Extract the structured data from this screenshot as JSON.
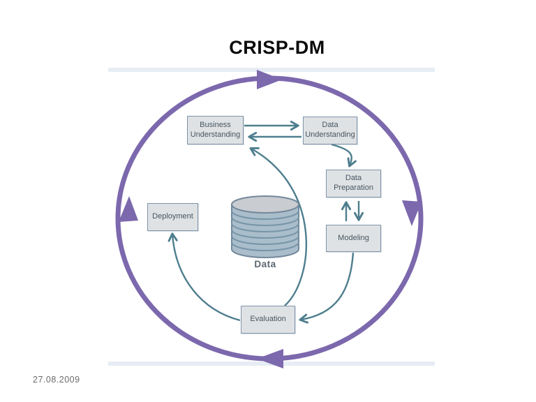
{
  "slide": {
    "title": "CRISP-DM",
    "date": "27.08.2009"
  },
  "diagram": {
    "name": "CRISP-DM process cycle",
    "boxes": {
      "business_understanding": "Business\nUnderstanding",
      "data_understanding": "Data\nUnderstanding",
      "data_preparation": "Data\nPreparation",
      "modeling": "Modeling",
      "evaluation": "Evaluation",
      "deployment": "Deployment"
    },
    "data_store_label": "Data",
    "flows": [
      {
        "from": "Business Understanding",
        "to": "Data Understanding"
      },
      {
        "from": "Data Understanding",
        "to": "Business Understanding"
      },
      {
        "from": "Data Understanding",
        "to": "Data Preparation"
      },
      {
        "from": "Data Preparation",
        "to": "Modeling"
      },
      {
        "from": "Modeling",
        "to": "Data Preparation"
      },
      {
        "from": "Modeling",
        "to": "Evaluation"
      },
      {
        "from": "Evaluation",
        "to": "Business Understanding"
      },
      {
        "from": "Evaluation",
        "to": "Deployment"
      }
    ],
    "cycle_direction": "clockwise",
    "colors": {
      "cycle_purple": "#7c68ad",
      "arrow_teal": "#4e7e8e",
      "box_fill": "#dfe2e5",
      "box_border": "#7f94a9",
      "box_text": "#47565f",
      "cylinder_body": "#a9bdcb",
      "cylinder_top": "#c9ccd0",
      "cylinder_stripe": "#7795a8",
      "cylinder_border": "#74889b"
    }
  }
}
